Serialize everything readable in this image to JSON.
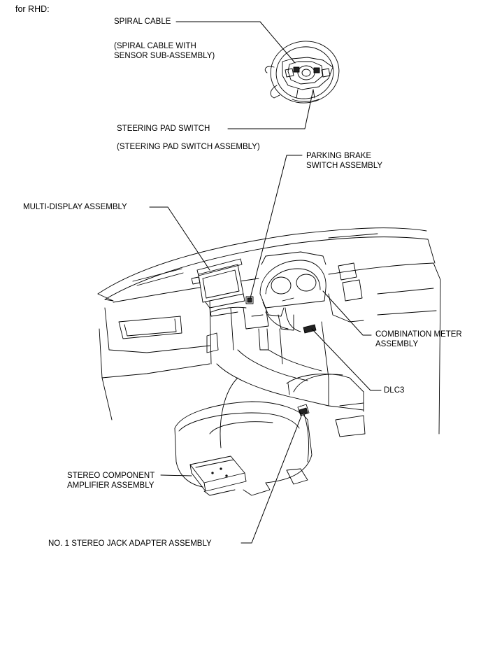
{
  "header": {
    "variant": "for RHD:"
  },
  "labels": {
    "spiral_cable": "SPIRAL CABLE",
    "spiral_cable_assy": "(SPIRAL CABLE WITH\nSENSOR SUB-ASSEMBLY)",
    "steering_pad_switch": "STEERING PAD SWITCH",
    "steering_pad_switch_assy": "(STEERING PAD SWITCH ASSEMBLY)",
    "parking_brake": "PARKING BRAKE\nSWITCH ASSEMBLY",
    "multi_display": "MULTI-DISPLAY ASSEMBLY",
    "combination_meter": "COMBINATION METER\nASSEMBLY",
    "dlc3": "DLC3",
    "stereo_amplifier": "STEREO COMPONENT\nAMPLIFIER ASSEMBLY",
    "stereo_jack": "NO. 1 STEREO JACK ADAPTER ASSEMBLY"
  }
}
